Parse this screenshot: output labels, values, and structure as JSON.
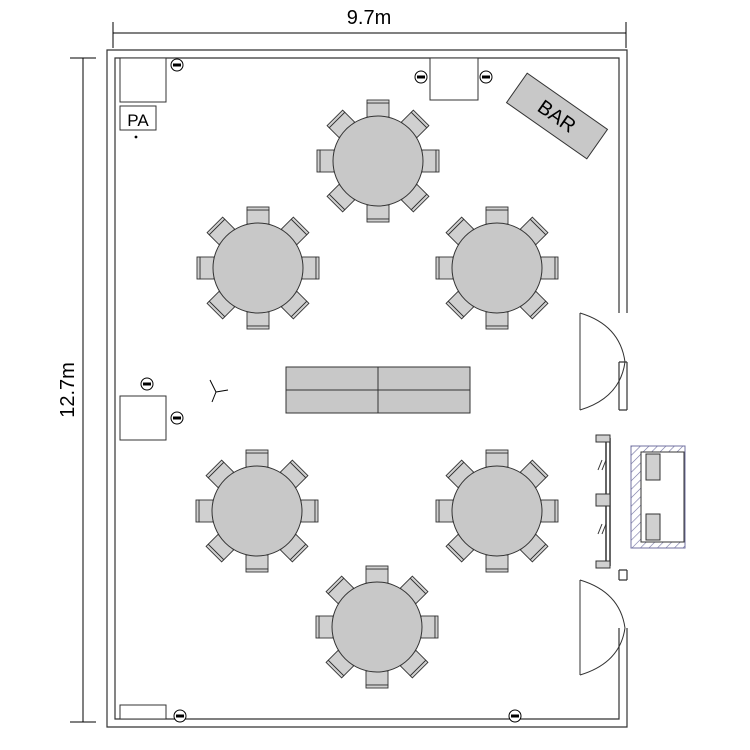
{
  "dimensions": {
    "width_label": "9.7m",
    "height_label": "12.7m"
  },
  "labels": {
    "pa": "PA",
    "bar": "BAR"
  },
  "layout": {
    "round_tables": 6,
    "chairs_per_table": 8,
    "rect_tables": 4
  },
  "colors": {
    "table": "#c8c8c8",
    "chair": "#d0d0d0",
    "wall": "#333333",
    "stage_hatch": "#7070a0"
  },
  "icons": [
    "speaker-icon",
    "fan-icon",
    "door-icon"
  ]
}
